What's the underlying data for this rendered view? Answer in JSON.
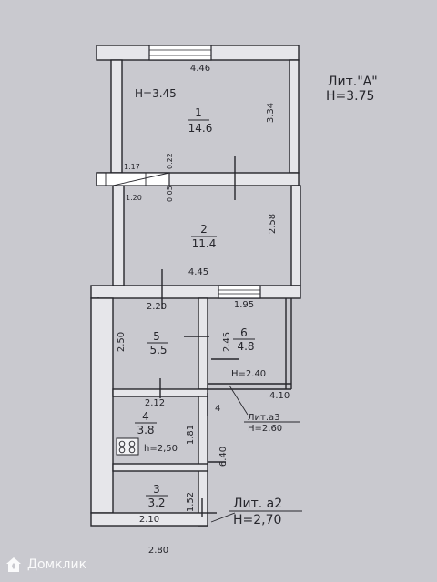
{
  "plan": {
    "lit_main": {
      "title": "Лит.\"А\"",
      "height": "H=3.75"
    },
    "lit_a3": {
      "title": "Лит.а3",
      "height": "H=2.60"
    },
    "lit_a2": {
      "title": "Лит. а2",
      "height": "H=2,70"
    },
    "room_heights": {
      "room1": "H=3.45",
      "hall": "H=2.40",
      "kitchen": "h=2,50"
    },
    "rooms": [
      {
        "number": "1",
        "area": "14.6"
      },
      {
        "number": "2",
        "area": "11.4"
      },
      {
        "number": "5",
        "area": "5.5"
      },
      {
        "number": "6",
        "area": "4.8"
      },
      {
        "number": "4",
        "area": "3.8"
      },
      {
        "number": "3",
        "area": "3.2"
      }
    ],
    "dimensions": {
      "top_width": "4.46",
      "right_room1": "3.34",
      "right_room2": "2.58",
      "bottom_room2": "4.45",
      "stair_a": "1.17",
      "stair_b": "0.22",
      "stair_c": "0.05",
      "stair_d": "1.20",
      "room5_top": "2.20",
      "room6_top": "1.95",
      "room5_left": "2.50",
      "room6_right": "2.45",
      "a3_width": "4.10",
      "room4_top": "2.12",
      "small_4": "4",
      "room4_right": "1.81",
      "annex_right": "6.40",
      "room3_right": "1.52",
      "room3_bottom": "2.10",
      "total_bottom": "2.80"
    }
  },
  "watermark": {
    "text": "Домклик"
  }
}
